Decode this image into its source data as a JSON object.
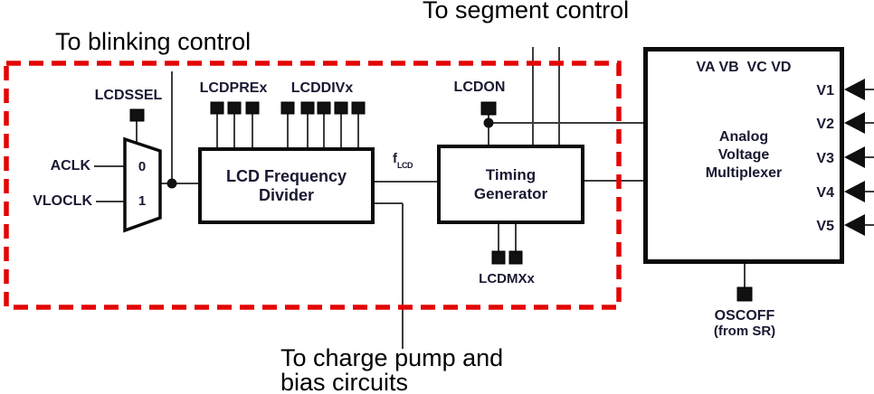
{
  "annotations": {
    "segment_control": "To segment control",
    "blinking_control": "To blinking control",
    "charge_pump_line1": "To charge pump and",
    "charge_pump_line2": "bias circuits"
  },
  "mux": {
    "select_signal": "LCDSSEL",
    "input0_label": "ACLK",
    "input1_label": "VLOCLK",
    "sel0": "0",
    "sel1": "1"
  },
  "control_signals": {
    "lcdprex": "LCDPREx",
    "lcddivx": "LCDDIVx",
    "lcdon": "LCDON",
    "lcdmxx": "LCDMXx"
  },
  "signals": {
    "flcd_base": "f",
    "flcd_sub": "LCD"
  },
  "blocks": {
    "freq_divider": {
      "line1": "LCD Frequency",
      "line2": "Divider"
    },
    "timing_generator": {
      "line1": "Timing",
      "line2": "Generator"
    },
    "analog_voltage_multiplexer": {
      "line1": "Analog",
      "line2": "Voltage",
      "line3": "Multiplexer",
      "top_labels": "VA VB  VC VD",
      "outputs": [
        "V1",
        "V2",
        "V3",
        "V4",
        "V5"
      ],
      "enable": "OSCOFF",
      "enable_source": "(from SR)"
    }
  },
  "colors": {
    "dashed_border": "#e30505",
    "label_text": "#191932",
    "big_text": "#000000",
    "line": "#3d3d3d",
    "block_border": "#0b0b0b"
  }
}
